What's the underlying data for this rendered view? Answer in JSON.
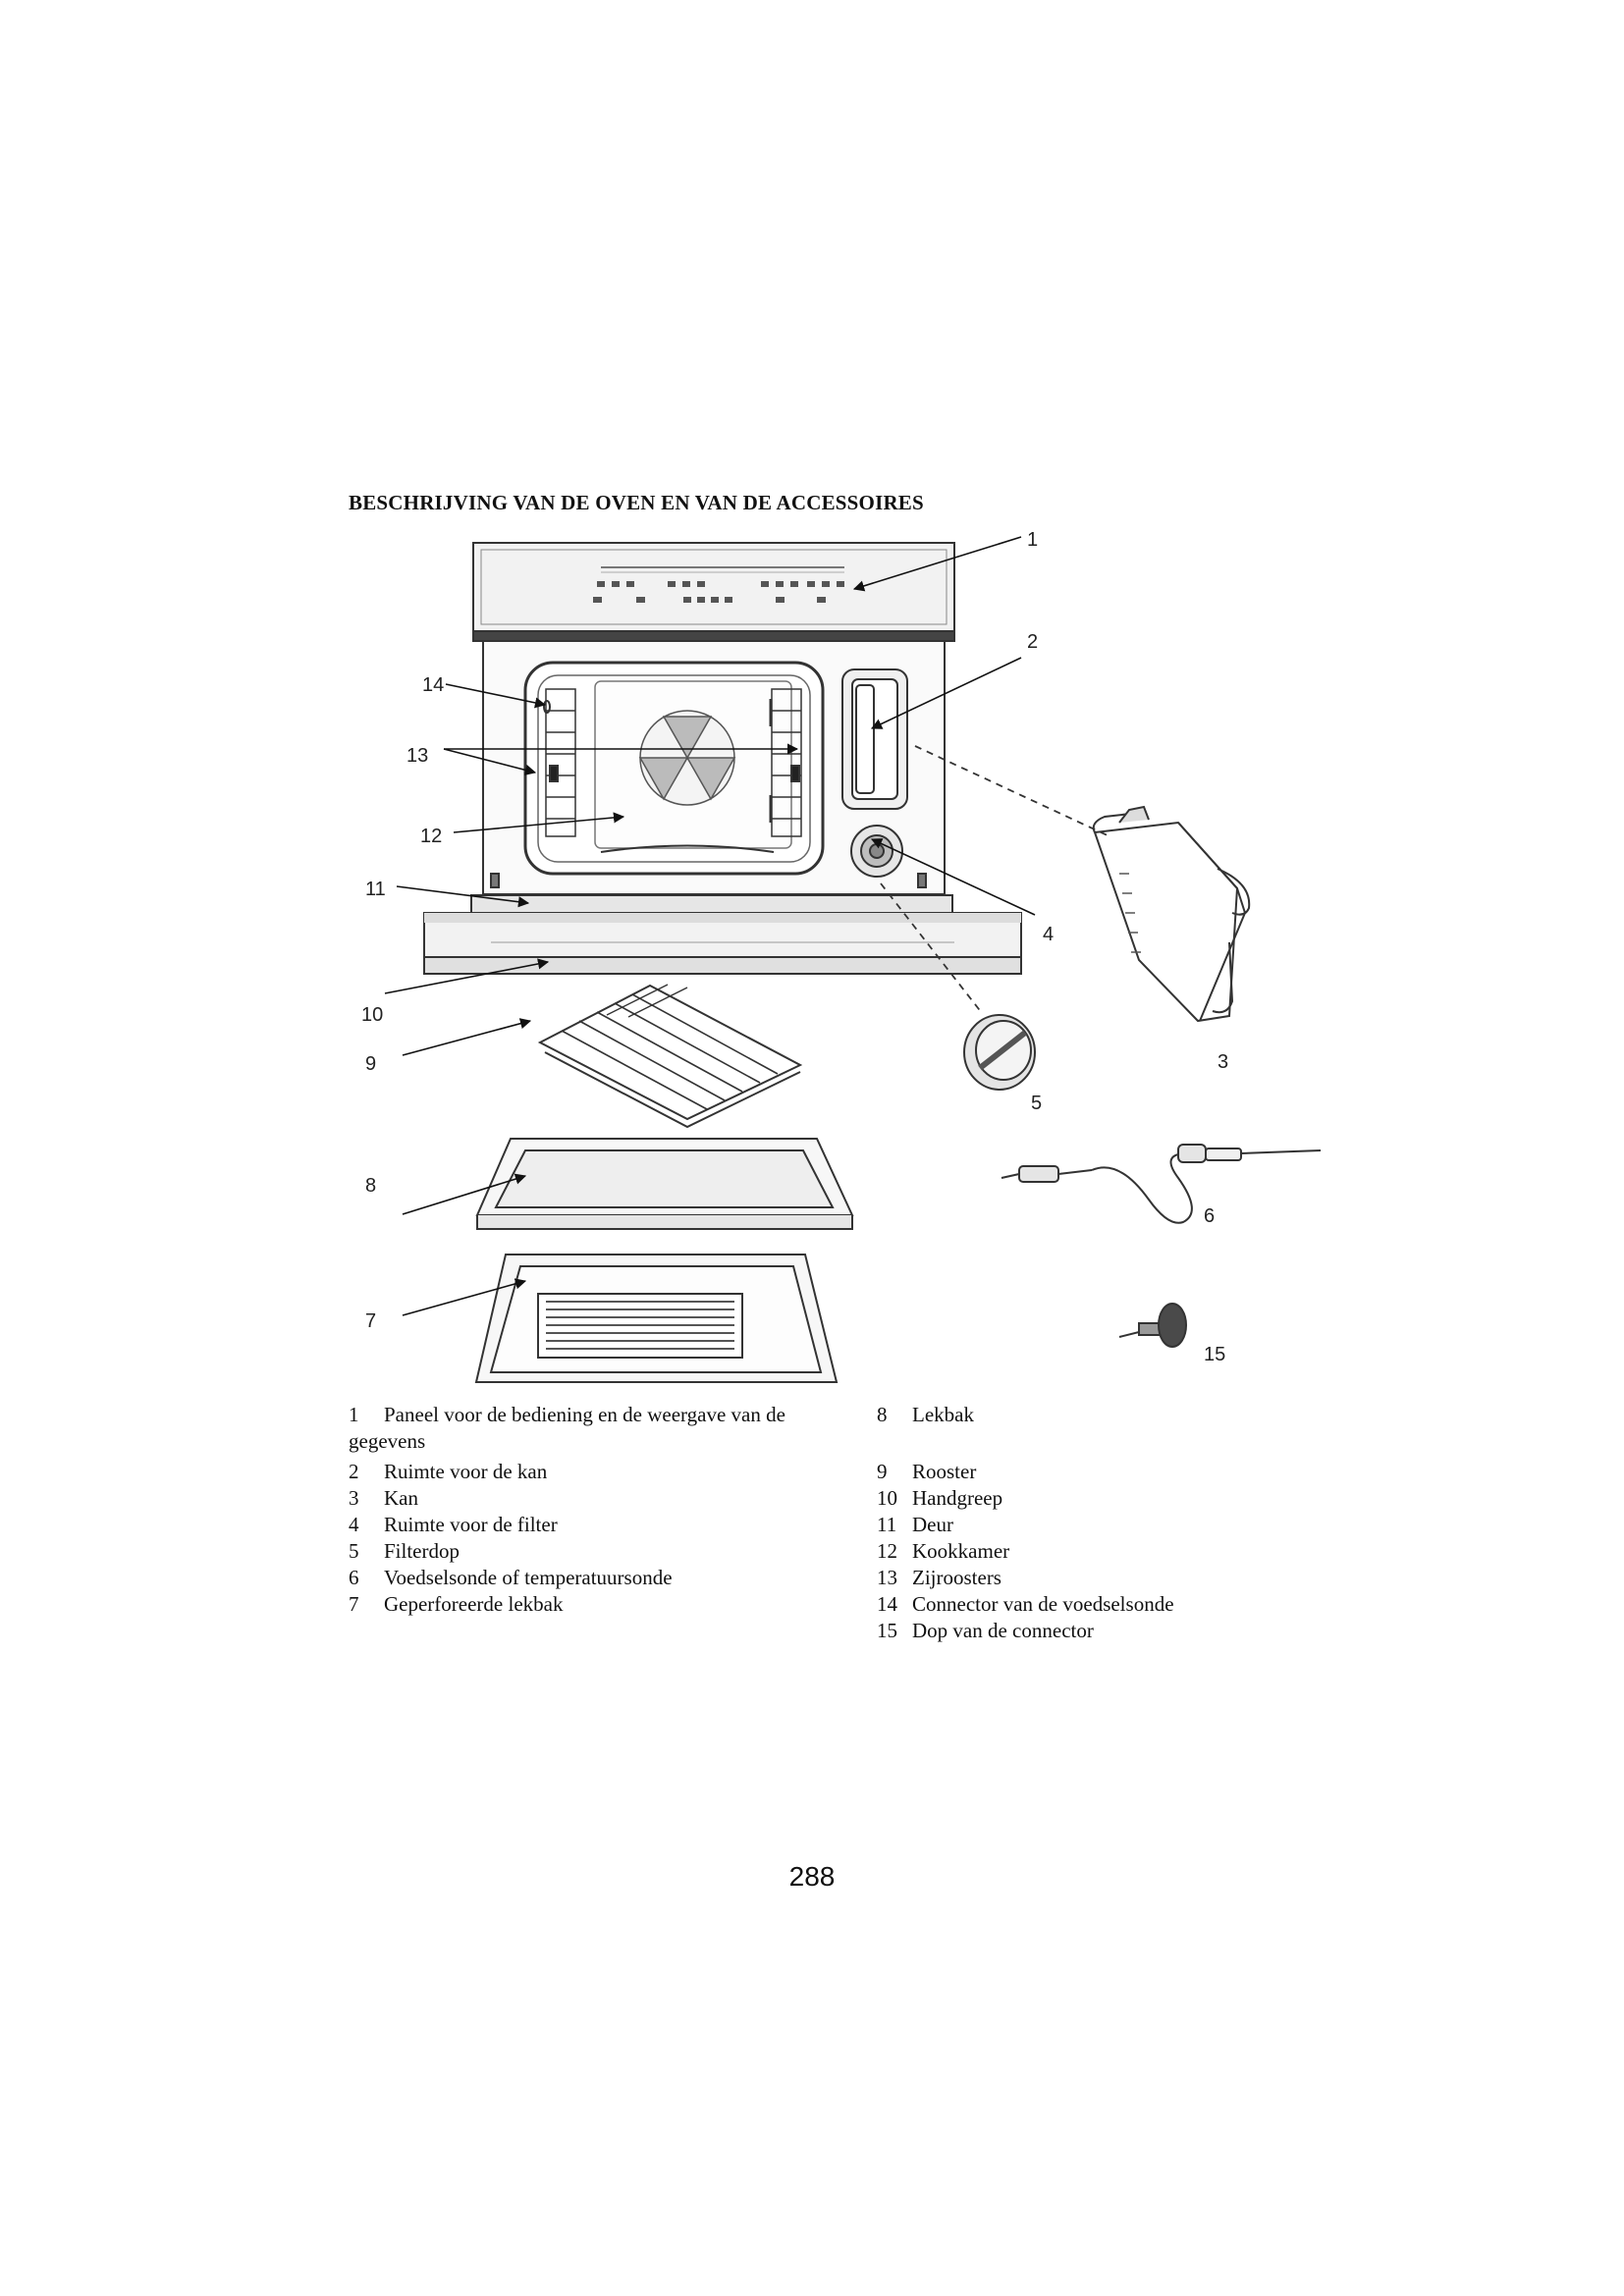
{
  "title": "BESCHRIJVING VAN DE OVEN EN VAN DE ACCESSOIRES",
  "callouts": [
    "1",
    "2",
    "3",
    "4",
    "5",
    "6",
    "7",
    "8",
    "9",
    "10",
    "11",
    "12",
    "13",
    "14",
    "15"
  ],
  "legend_left": [
    {
      "num": "1",
      "text": "Paneel voor de bediening en de weergave van de gegevens"
    },
    {
      "num": "2",
      "text": "Ruimte voor de kan"
    },
    {
      "num": "3",
      "text": "Kan"
    },
    {
      "num": "4",
      "text": "Ruimte voor de filter"
    },
    {
      "num": "5",
      "text": "Filterdop"
    },
    {
      "num": "6",
      "text": "Voedselsonde of temperatuursonde"
    },
    {
      "num": "7",
      "text": "Geperforeerde lekbak"
    }
  ],
  "legend_right": [
    {
      "num": "8",
      "text": "Lekbak"
    },
    {
      "num": "9",
      "text": "Rooster"
    },
    {
      "num": "10",
      "text": "Handgreep"
    },
    {
      "num": "11",
      "text": "Deur"
    },
    {
      "num": "12",
      "text": "Kookkamer"
    },
    {
      "num": "13",
      "text": "Zijroosters"
    },
    {
      "num": "14",
      "text": "Connector van de voedselsonde"
    },
    {
      "num": "15",
      "text": "Dop van de connector"
    }
  ],
  "page_number": "288"
}
